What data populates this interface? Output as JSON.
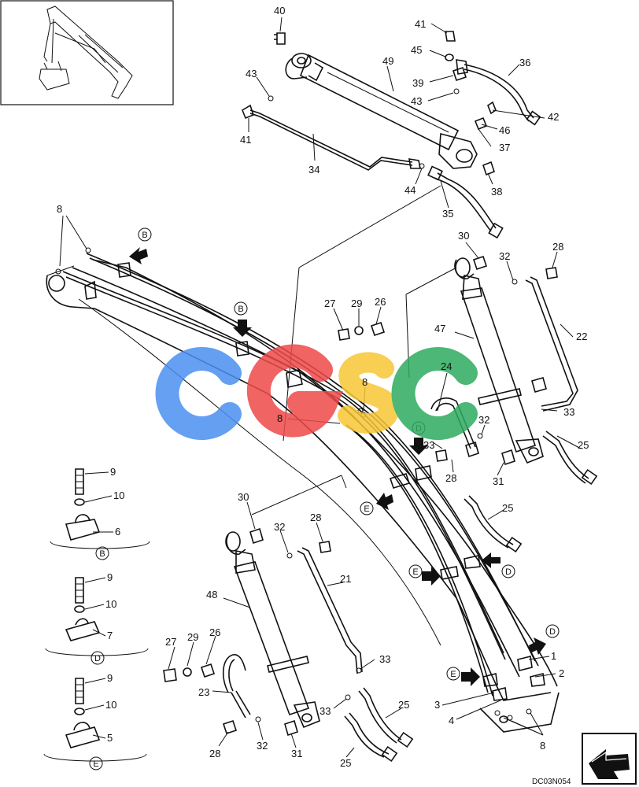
{
  "callouts": {
    "c40": "40",
    "c41a": "41",
    "c45": "45",
    "c36": "36",
    "c49": "49",
    "c43a": "43",
    "c39": "39",
    "c43b": "43",
    "c41b": "41",
    "c42": "42",
    "c46": "46",
    "c37": "37",
    "c34": "34",
    "c44": "44",
    "c38": "38",
    "c35": "35",
    "c8a": "8",
    "c30a": "30",
    "c32a": "32",
    "c28a": "28",
    "c27a": "27",
    "c29a": "29",
    "c26a": "26",
    "c47": "47",
    "c22": "22",
    "c24": "24",
    "c8b": "8",
    "c8c": "8",
    "c32b": "32",
    "c33a": "33",
    "c33b": "33",
    "c28b": "28",
    "c31a": "31",
    "c25a": "25",
    "c25b": "25",
    "c9a": "9",
    "c10a": "10",
    "c6": "6",
    "c9b": "9",
    "c10b": "10",
    "c7": "7",
    "c9c": "9",
    "c10c": "10",
    "c5": "5",
    "c30b": "30",
    "c32c": "32",
    "c28c": "28",
    "c48": "48",
    "c21": "21",
    "c27b": "27",
    "c29b": "29",
    "c26b": "26",
    "c23": "23",
    "c33c": "33",
    "c33d": "33",
    "c25c": "25",
    "c28d": "28",
    "c32d": "32",
    "c31b": "31",
    "c25d": "25",
    "c1": "1",
    "c2": "2",
    "c3": "3",
    "c4": "4",
    "c8d": "8"
  },
  "view_markers": {
    "b1": "B",
    "b2": "B",
    "d1": "D",
    "d2": "D",
    "d3": "D",
    "e1": "E",
    "e2": "E",
    "e3": "E",
    "detail_b": "B",
    "detail_d": "D",
    "detail_e": "E"
  },
  "drawing_code": "DC03N054",
  "watermark": {
    "letters": [
      "C",
      "G",
      "S",
      "C"
    ],
    "colors": [
      "#4a8ff0",
      "#ee4a4a",
      "#f7c736",
      "#2dab5f"
    ]
  }
}
